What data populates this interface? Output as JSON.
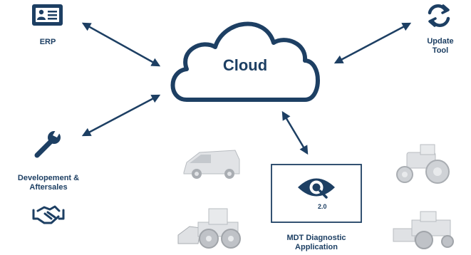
{
  "diagram": {
    "cloud": {
      "label": "Cloud"
    },
    "nodes": {
      "erp": {
        "label": "ERP",
        "icon": "id-card-icon"
      },
      "update_tool": {
        "line1": "Update",
        "line2": "Tool",
        "icon": "sync-arrows-icon"
      },
      "development": {
        "line1": "Developement &",
        "line2": "Aftersales",
        "icon": "wrench-icon",
        "secondary_icon": "handshake-icon"
      },
      "mdt": {
        "line1": "MDT Diagnostic",
        "line2": "Application",
        "icon": "eye-logo-icon",
        "version": "2.0"
      }
    },
    "vehicles": [
      "van",
      "tractor",
      "wheel-loader",
      "combine-harvester"
    ]
  },
  "colors": {
    "primary": "#1d3f63",
    "vehicle": "#c9ccd0"
  }
}
